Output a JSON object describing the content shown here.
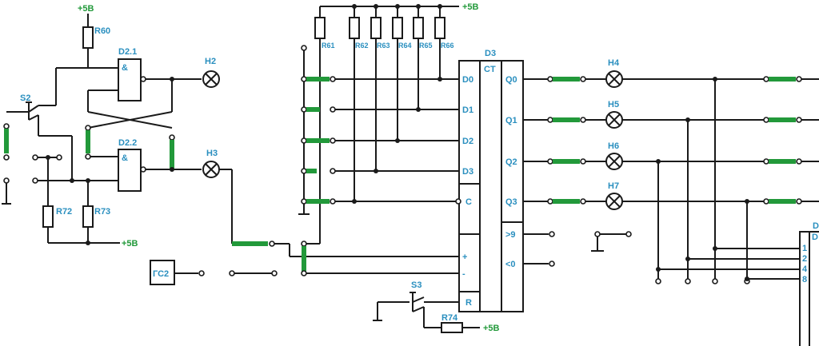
{
  "power": {
    "v1": "+5B",
    "v2": "+5B",
    "v3": "+5B",
    "v4": "+5B"
  },
  "resistors": {
    "r60": "R60",
    "r61": "R61",
    "r62": "R62",
    "r63": "R63",
    "r64": "R64",
    "r65": "R65",
    "r66": "R66",
    "r72": "R72",
    "r73": "R73",
    "r74": "R74"
  },
  "switches": {
    "s2": "S2",
    "s3": "S3"
  },
  "gates": {
    "d21": "D2.1",
    "d22": "D2.2",
    "and1": "&",
    "and2": "&"
  },
  "lamps": {
    "h2": "H2",
    "h3": "H3",
    "h4": "H4",
    "h5": "H5",
    "h6": "H6",
    "h7": "H7"
  },
  "generator": "ГС2",
  "counter": {
    "name": "D3",
    "type": "CT",
    "inputs": [
      "D0",
      "D1",
      "D2",
      "D3",
      "C",
      "+",
      "-",
      "R"
    ],
    "outputs": [
      "Q0",
      "Q1",
      "Q2",
      "Q3",
      ">9",
      "<0"
    ]
  },
  "decoder": {
    "name": "D",
    "name2": "D",
    "inputs": [
      "1",
      "2",
      "4",
      "8"
    ]
  }
}
